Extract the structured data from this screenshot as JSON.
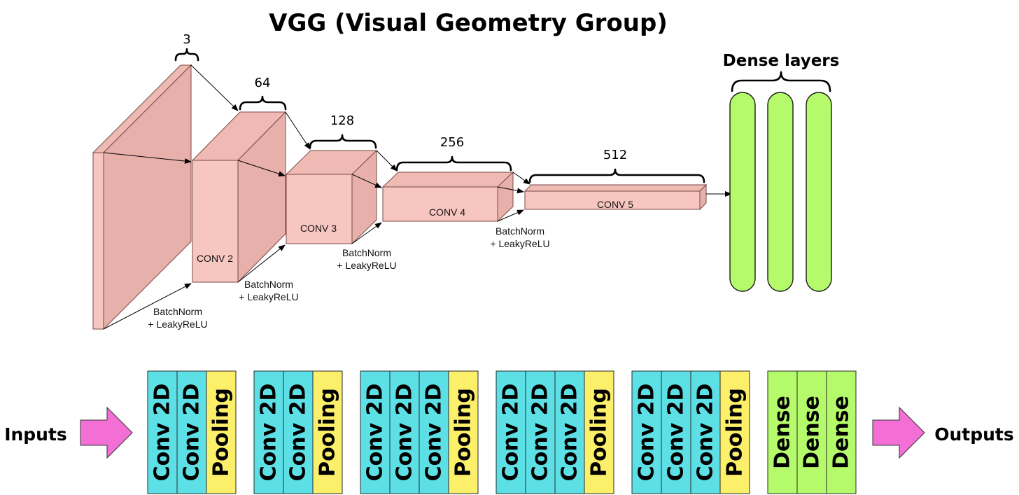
{
  "title": "VGG (Visual Geometry Group)",
  "dense_heading": "Dense layers",
  "channel_labels": [
    "3",
    "64",
    "128",
    "256",
    "512"
  ],
  "conv_labels": [
    "CONV 2",
    "CONV 3",
    "CONV 4",
    "CONV 5"
  ],
  "batchnorm_labels": [
    {
      "line1": "BatchNorm",
      "line2": "+ LeakyReLU"
    },
    {
      "line1": "BatchNorm",
      "line2": "+ LeakyReLU"
    },
    {
      "line1": "BatchNorm",
      "line2": "+ LeakyReLU"
    },
    {
      "line1": "BatchNorm",
      "line2": "+ LeakyReLU"
    }
  ],
  "colors": {
    "conv_block": "#5ce0e6",
    "pooling_block": "#fcef6a",
    "dense_block": "#b5fa6a",
    "arrow": "#f36fd6",
    "feature_map": "#f8c6c0"
  },
  "pipeline": {
    "input_label": "Inputs",
    "output_label": "Outputs",
    "groups": [
      {
        "blocks": [
          {
            "label": "Conv 2D",
            "kind": "conv"
          },
          {
            "label": "Conv 2D",
            "kind": "conv"
          },
          {
            "label": "Pooling",
            "kind": "pool"
          }
        ]
      },
      {
        "blocks": [
          {
            "label": "Conv 2D",
            "kind": "conv"
          },
          {
            "label": "Conv 2D",
            "kind": "conv"
          },
          {
            "label": "Pooling",
            "kind": "pool"
          }
        ]
      },
      {
        "blocks": [
          {
            "label": "Conv 2D",
            "kind": "conv"
          },
          {
            "label": "Conv 2D",
            "kind": "conv"
          },
          {
            "label": "Conv 2D",
            "kind": "conv"
          },
          {
            "label": "Pooling",
            "kind": "pool"
          }
        ]
      },
      {
        "blocks": [
          {
            "label": "Conv 2D",
            "kind": "conv"
          },
          {
            "label": "Conv 2D",
            "kind": "conv"
          },
          {
            "label": "Conv 2D",
            "kind": "conv"
          },
          {
            "label": "Pooling",
            "kind": "pool"
          }
        ]
      },
      {
        "blocks": [
          {
            "label": "Conv 2D",
            "kind": "conv"
          },
          {
            "label": "Conv 2D",
            "kind": "conv"
          },
          {
            "label": "Conv 2D",
            "kind": "conv"
          },
          {
            "label": "Pooling",
            "kind": "pool"
          }
        ]
      },
      {
        "blocks": [
          {
            "label": "Dense",
            "kind": "dense"
          },
          {
            "label": "Dense",
            "kind": "dense"
          },
          {
            "label": "Dense",
            "kind": "dense"
          }
        ]
      }
    ]
  }
}
